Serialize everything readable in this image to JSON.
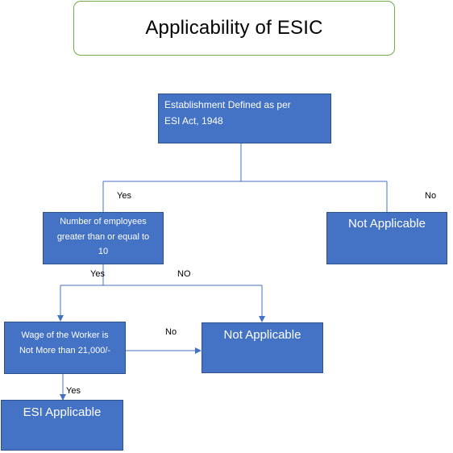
{
  "title": "Applicability of ESIC",
  "colors": {
    "node_fill": "#4472c4",
    "node_border": "#2f528f",
    "title_border": "#70ad47",
    "connector": "#4472c4"
  },
  "nodes": {
    "establishment": {
      "line1": "Establishment Defined as per",
      "line2": "ESI Act, 1948"
    },
    "not_applicable_1": "Not Applicable",
    "employees": {
      "line1": "Number of employees",
      "line2": "greater than or equal to",
      "line3": "10"
    },
    "wage": {
      "line1": "Wage of the Worker is",
      "line2": "Not More than 21,000/-"
    },
    "not_applicable_2": "Not Applicable",
    "esi_applicable": "ESI Applicable"
  },
  "edge_labels": {
    "establishment_yes": "Yes",
    "establishment_no": "No",
    "employees_yes": "Yes",
    "employees_no": "NO",
    "wage_no": "No",
    "wage_yes": "Yes"
  }
}
